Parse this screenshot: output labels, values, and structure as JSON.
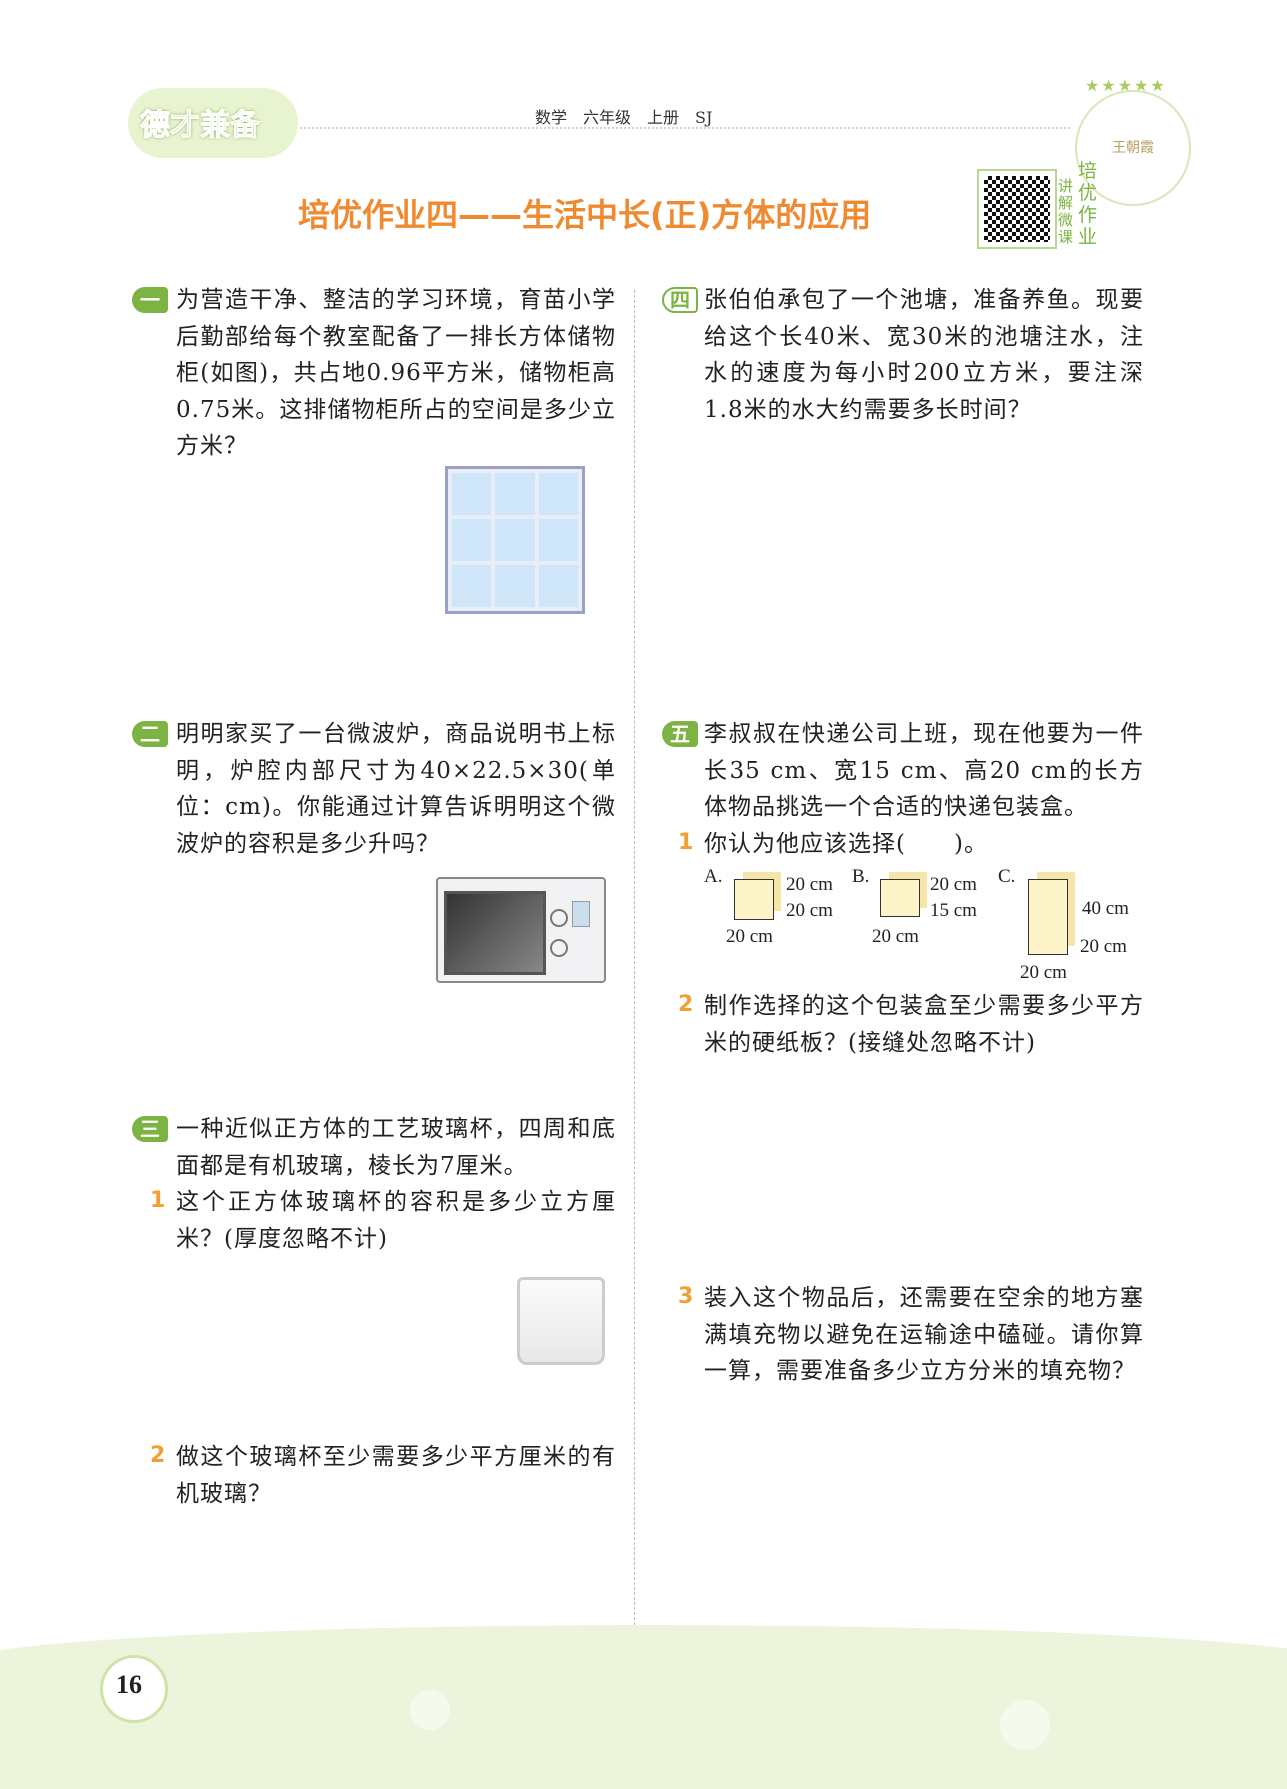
{
  "header": {
    "brand": "德才兼备",
    "subject": "数学　六年级　上册　SJ",
    "seal": "王朝霞"
  },
  "title": "培优作业四——生活中长(正)方体的应用",
  "qr": {
    "left": "讲解微课",
    "right": "培优作业"
  },
  "q1": {
    "badge": "一",
    "text": "为营造干净、整洁的学习环境，育苗小学后勤部给每个教室配备了一排长方体储物柜(如图)，共占地0.96平方米，储物柜高0.75米。这排储物柜所占的空间是多少立方米？"
  },
  "q2": {
    "badge": "二",
    "text": "明明家买了一台微波炉，商品说明书上标明，炉腔内部尺寸为40×22.5×30(单位：cm)。你能通过计算告诉明明这个微波炉的容积是多少升吗？"
  },
  "q3": {
    "badge": "三",
    "text": "一种近似正方体的工艺玻璃杯，四周和底面都是有机玻璃，棱长为7厘米。",
    "sub": [
      {
        "n": "1",
        "text": "这个正方体玻璃杯的容积是多少立方厘米？(厚度忽略不计)"
      },
      {
        "n": "2",
        "text": "做这个玻璃杯至少需要多少平方厘米的有机玻璃？"
      }
    ]
  },
  "q4": {
    "badge": "四",
    "text": "张伯伯承包了一个池塘，准备养鱼。现要给这个长40米、宽30米的池塘注水，注水的速度为每小时200立方米，要注深1.8米的水大约需要多长时间？"
  },
  "q5": {
    "badge": "五",
    "text": "李叔叔在快递公司上班，现在他要为一件长35 cm、宽15 cm、高20 cm的长方体物品挑选一个合适的快递包装盒。",
    "sub": [
      {
        "n": "1",
        "text": "你认为他应该选择(　　)。"
      },
      {
        "n": "2",
        "text": "制作选择的这个包装盒至少需要多少平方米的硬纸板？(接缝处忽略不计)"
      },
      {
        "n": "3",
        "text": "装入这个物品后，还需要在空余的地方塞满填充物以避免在运输途中磕碰。请你算一算，需要准备多少立方分米的填充物？"
      }
    ],
    "options": [
      {
        "label": "A.",
        "a": "20 cm",
        "b": "20 cm",
        "c": "20 cm"
      },
      {
        "label": "B.",
        "a": "20 cm",
        "b": "15 cm",
        "c": "20 cm"
      },
      {
        "label": "C.",
        "a": "40 cm",
        "b": "20 cm",
        "c": "20 cm"
      }
    ]
  },
  "page_number": "16"
}
